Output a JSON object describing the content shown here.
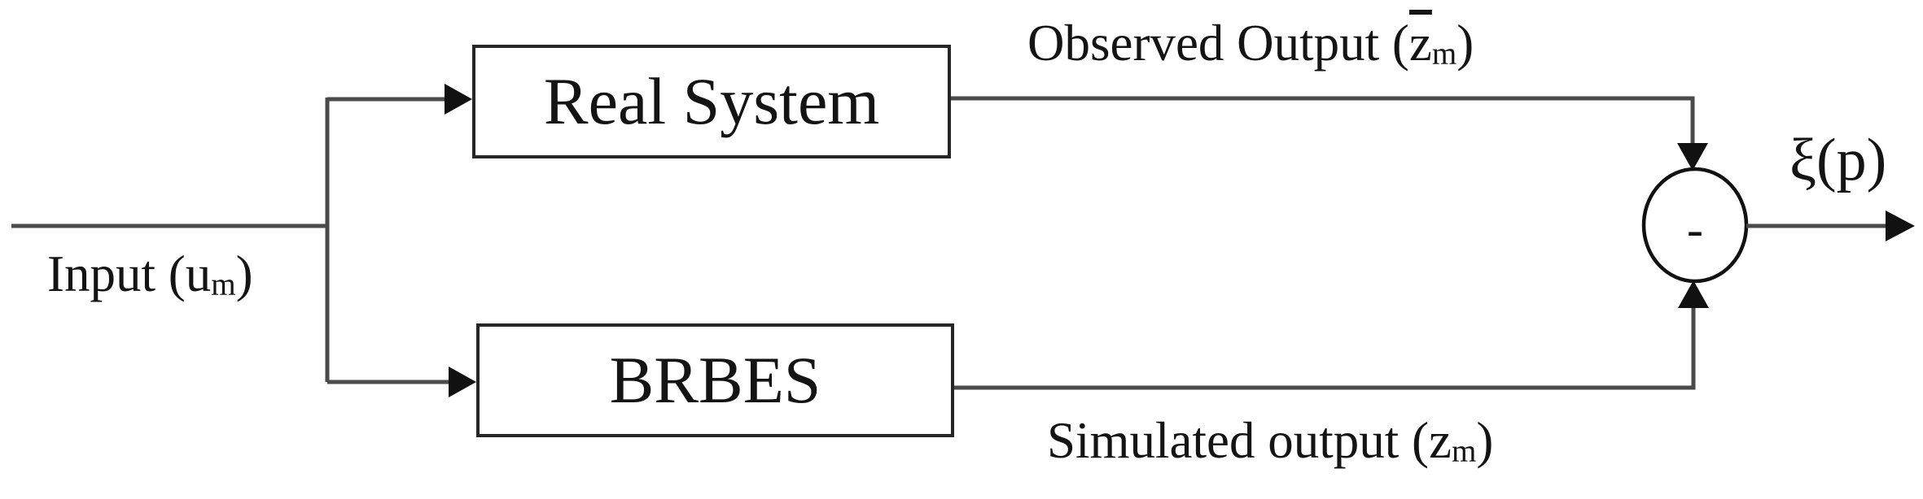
{
  "diagram": {
    "type": "block-diagram",
    "blocks": [
      {
        "id": "real_system",
        "label": "Real System"
      },
      {
        "id": "brbes",
        "label": "BRBES"
      }
    ],
    "labels": {
      "input": {
        "prefix": "Input (u",
        "sub": "m",
        "suffix": ")"
      },
      "observed": {
        "prefix": "Observed Output (",
        "base": "z",
        "sub": "m",
        "suffix": ")"
      },
      "simulated": {
        "prefix": "Simulated output (z",
        "sub": "m",
        "suffix": ")"
      },
      "error_output": "ξ(p)",
      "junction_operator": "-"
    },
    "colors": {
      "line": "#4a4a4a",
      "border": "#262626",
      "arrow": "#111111",
      "text": "#141414",
      "background": "#ffffff"
    }
  }
}
